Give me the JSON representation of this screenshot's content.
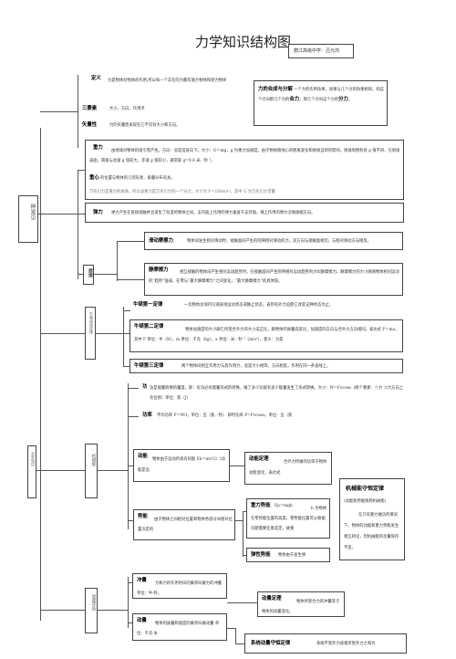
{
  "title": "力学知识结构图",
  "author": "丽江高级中学：吕元鸿",
  "groups": {
    "changjianli": "种常见",
    "niudun": "牛顿运动定律",
    "jixie": "机械能",
    "dongliang": "动量守恒"
  },
  "side_label_pre": "力学知识",
  "liyi": {
    "dingyi_t": "定义",
    "dingyi": "力是物体对物体的作用,所以每一个实在的力都有施力物体和受力物体",
    "sanyaosu_t": "三要素",
    "sanyaosu": "大小、方向、作用点",
    "shiliang_t": "矢量性",
    "shiliang": "力的矢量性表现在它不仅有大小和方向。"
  },
  "hecheng": {
    "title": "力的合成与分解",
    "text1": "一个力的作用效果，如果与几个力的效果相同，则这个力叫那几个力的",
    "he": "合力",
    "text2": "，那几个力叫这个力的",
    "fen": "分力",
    "end": "。"
  },
  "zhongli": {
    "title": "重力",
    "text": "由地球对物体的吸引而产生。方向：总是竖直向下。大小：G＝mg，g 为重力加速度。由于物体随地心的距离变化和地球自转的影响，地球周围各处 g 值不同，在地球表面，南极与北极 g 值较大，赤道 g 值较小，通常取 g=9.8 米／秒 ²。",
    "zhongxin_t": "重心",
    "zhongxin": "的位置与物体的几何形状、质量分布有关。",
    "wanyou": "万有引力是重力的本质，所以说重力是万有引力的一个分力，大小为 F＝GMm/r²，其中 G 为万有引力常量"
  },
  "tanli": {
    "title": "弹力",
    "text": "弹力产生在直接接触并且发生了形变的物体之间。支持面上作用的弹力垂直于支持面，绳上作用的弹力沿绳收缩方向。"
  },
  "moca": {
    "label": "摩擦",
    "huadong_t": "滑动摩擦力",
    "huadong": "物体间发生相对滑动时，接触面间产生的阻碍相对滑动的力。其方向与接触面相切，与相对滑动方向相反。",
    "jing_t": "静摩擦力",
    "jing": "相互接触的物体间产生相对运动趋势时，在接触面间产生阻碍相对运动趋势的力叫静摩擦力。静摩擦力的大小随两物体相对运动的“趋势”强弱，在零与“最大静摩擦力”之间变化，“最大静摩擦力”的具体值。"
  },
  "niudun_laws": {
    "first_t": "牛顿第一定律",
    "first": "一切物体总保持匀速直线运动状态或静止状态，直到有外力迫使它改变这种状态为止。",
    "second_t": "牛顿第二定律",
    "second": "物体加速度的大小跟它所受合外力的大小成正比，跟物体的质量成反比，加速度的方向与合外力方向相同。表达式 F＝ma，其中 F 单位：牛（N），m 单位：千克（kg），a 单位：米／秒 ²（m/s²），意义：力是",
    "third_t": "牛顿第三定律",
    "third": "两个物体间相互作用力与反作用力，总是大小相等，方向相反，作用在同一条直线上。"
  },
  "gong": {
    "title": "功",
    "text": "功是能量转换的量度，即：有功必有能量形式的转换，做了多少功就有多少能量发生了形式转换。大小：W=Fscosα（两个要素：①力 ②力方向上有位移）单位：焦（J）"
  },
  "gonglv": {
    "title": "功率",
    "text": "平均功率 P＝W/t，单位：瓦（焦／秒） 即时功率 P=Fvcosα，单位：瓦（焦"
  },
  "dongneng": {
    "title": "动能",
    "text": "物体由于运动所具有的能 Ek＝mv²/2（动能是运"
  },
  "dongneng_law": {
    "title": "动能定理",
    "text": "合外力所做的功等于物体动能变化，表达式"
  },
  "shineng": {
    "title": "势能",
    "text": "由于物体之间相对位置和物体各部分间相对位置决定的"
  },
  "zhongli_shineng": {
    "title": "重力势能",
    "formula": "Ep＝mgh",
    "text": "h 为物体在零势能位置的高度，零势能位置可以根据问题需要任意选定，故重"
  },
  "tanxing_shineng": {
    "title": "弹性势能",
    "text": "物体由于发生弹"
  },
  "jixieneng": {
    "title": "机械能守恒定律",
    "sub": "(动能和势能统称机械能)",
    "text": "在只有重力做功的情况下，物体的动能和重力势能发生相互转化，但机械能的总量保持不变。"
  },
  "chongliang": {
    "title": "冲量",
    "text": "力和力的作用时间的乘积叫做力的冲量 单位：牛·秒。"
  },
  "dongliang_item": {
    "title": "动量",
    "text": "物体的质量和速度的乘积叫做动量 单位：千克·米"
  },
  "dongliang_law": {
    "title": "动量定理",
    "text": "物体所受合力的冲量等于物体的动量变化。"
  },
  "shougheng": {
    "title": "系统动量守恒定律",
    "text": "系统不受外力或者所受外力之和为"
  }
}
